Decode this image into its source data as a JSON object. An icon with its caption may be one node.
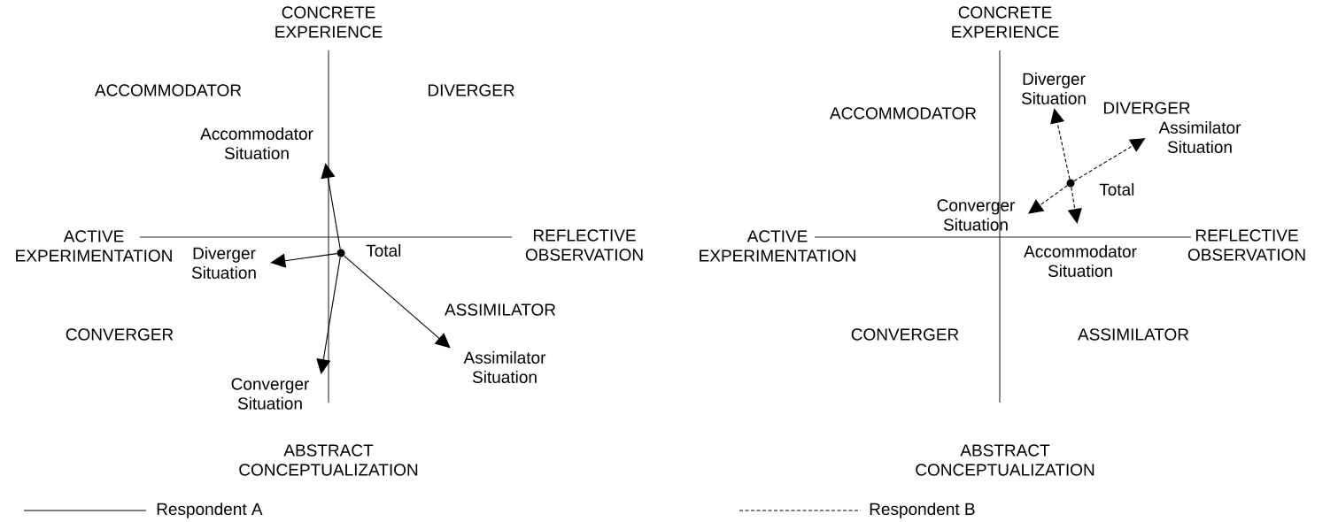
{
  "diagram": {
    "nodes": [
      {
        "text": [],
        "shape": "circle",
        "beside": [
          "Total"
        ]
      },
      {
        "text": [
          "Accommodator Situation"
        ]
      },
      {
        "text": [
          "Diverger Situation"
        ]
      },
      {
        "text": [
          "Converger Situation"
        ]
      },
      {
        "text": [
          "Assimilator Situation"
        ]
      },
      {
        "text": [],
        "shape": "circle",
        "beside": [
          "Total"
        ]
      },
      {
        "text": [
          "Diverger Situation"
        ]
      },
      {
        "text": [
          "Assimilator Situation"
        ]
      },
      {
        "text": [
          "Converger Situation"
        ]
      },
      {
        "text": [
          "Accommodator Situation"
        ]
      }
    ],
    "edges": [
      {
        "from": 0,
        "to": 1,
        "arrow": "to"
      },
      {
        "from": 0,
        "to": 2,
        "arrow": "to"
      },
      {
        "from": 0,
        "to": 3,
        "arrow": "to"
      },
      {
        "from": 0,
        "to": 4,
        "arrow": "to"
      },
      {
        "from": 5,
        "to": 6,
        "arrow": "to",
        "style": "dashed"
      },
      {
        "from": 5,
        "to": 7,
        "arrow": "to",
        "style": "dashed"
      },
      {
        "from": 5,
        "to": 8,
        "arrow": "to",
        "style": "dashed"
      },
      {
        "from": 5,
        "to": 9,
        "arrow": "to",
        "style": "dashed"
      }
    ],
    "labels": [
      "CONCRETE EXPERIENCE",
      "ACCOMMODATOR",
      "DIVERGER",
      "ACTIVE EXPERIMENTATION",
      "REFLECTIVE OBSERVATION",
      "ASSIMILATOR",
      "CONVERGER",
      "ABSTRACT CONCEPTUALIZATION",
      "CONCRETE EXPERIENCE",
      "ACCOMMODATOR",
      "DIVERGER",
      "ACTIVE EXPERIMENTATION",
      "REFLECTIVE OBSERVATION",
      "CONVERGER",
      "ASSIMILATOR",
      "ABSTRACT CONCEPTUALIZATION"
    ],
    "legend": [
      {
        "text": "Respondent A"
      },
      {
        "text": "Respondent B"
      }
    ]
  }
}
